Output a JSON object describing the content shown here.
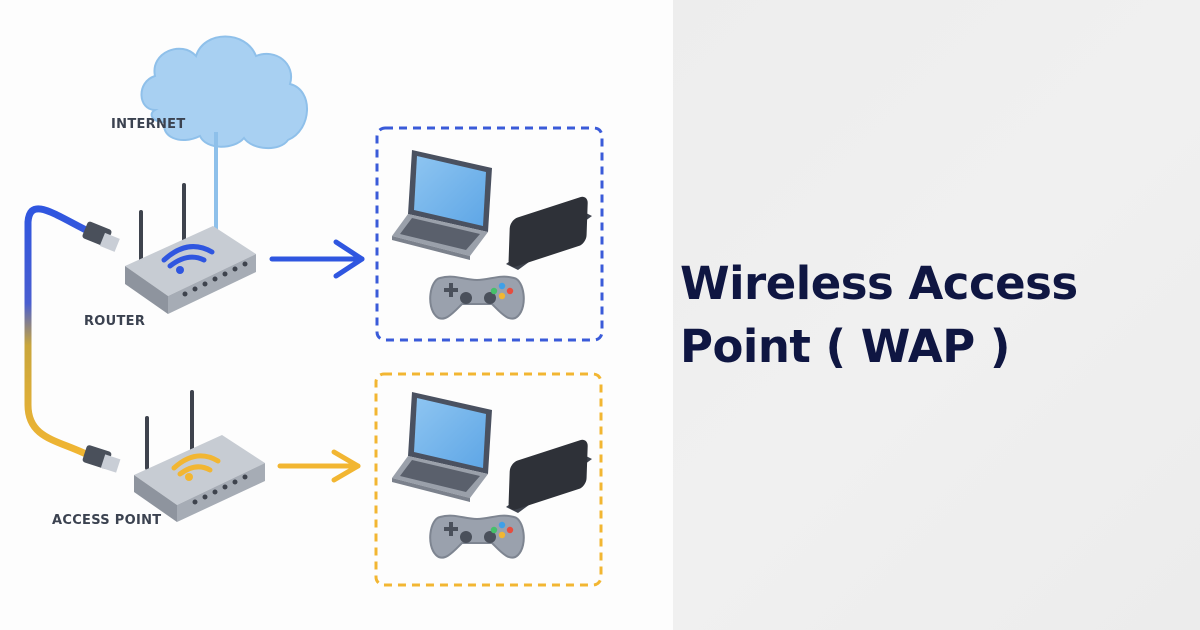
{
  "title": "Wireless Access Point ( WAP )",
  "diagram": {
    "labels": {
      "internet": "INTERNET",
      "router": "ROUTER",
      "access_point": "ACCESS POINT"
    }
  },
  "colors": {
    "title": "#0f1642",
    "router_link": "#2f56e0",
    "access_point_link": "#f2b632",
    "cloud": "#a8d0f2",
    "background_right": "#eeeeee"
  },
  "icons": [
    "cloud-icon",
    "router-icon",
    "access-point-icon",
    "laptop-icon",
    "tablet-icon",
    "gamepad-icon",
    "ethernet-plug-icon",
    "arrow-icon"
  ]
}
